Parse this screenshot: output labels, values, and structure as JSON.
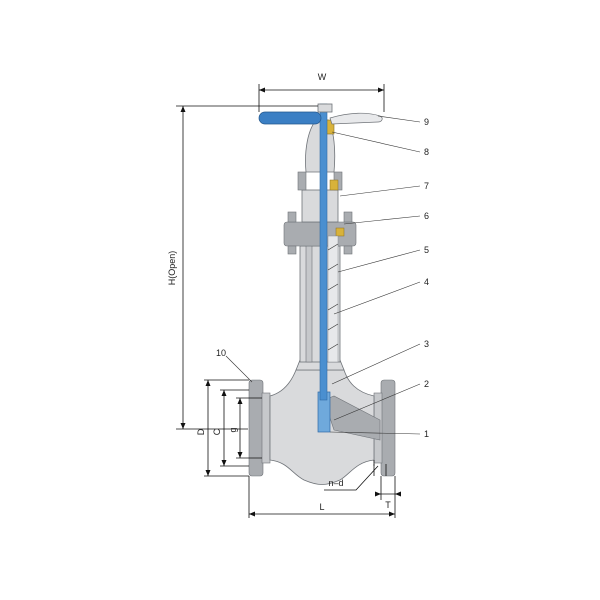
{
  "dimensions": {
    "width_label": "W",
    "height_label": "H(Open)",
    "length_label": "L",
    "diameter_D_label": "D",
    "diameter_C_label": "C",
    "diameter_g_label": "g",
    "bolt_holes_label": "n–d",
    "thickness_label": "T"
  },
  "callouts": [
    "1",
    "2",
    "3",
    "4",
    "5",
    "6",
    "7",
    "8",
    "9",
    "10"
  ],
  "colors": {
    "stem": "#4a8fd0",
    "handwheel": "#3b7fc4",
    "body": "#d9dadc",
    "yoke_nut": "#d8b23a",
    "outline": "#6f7378"
  }
}
